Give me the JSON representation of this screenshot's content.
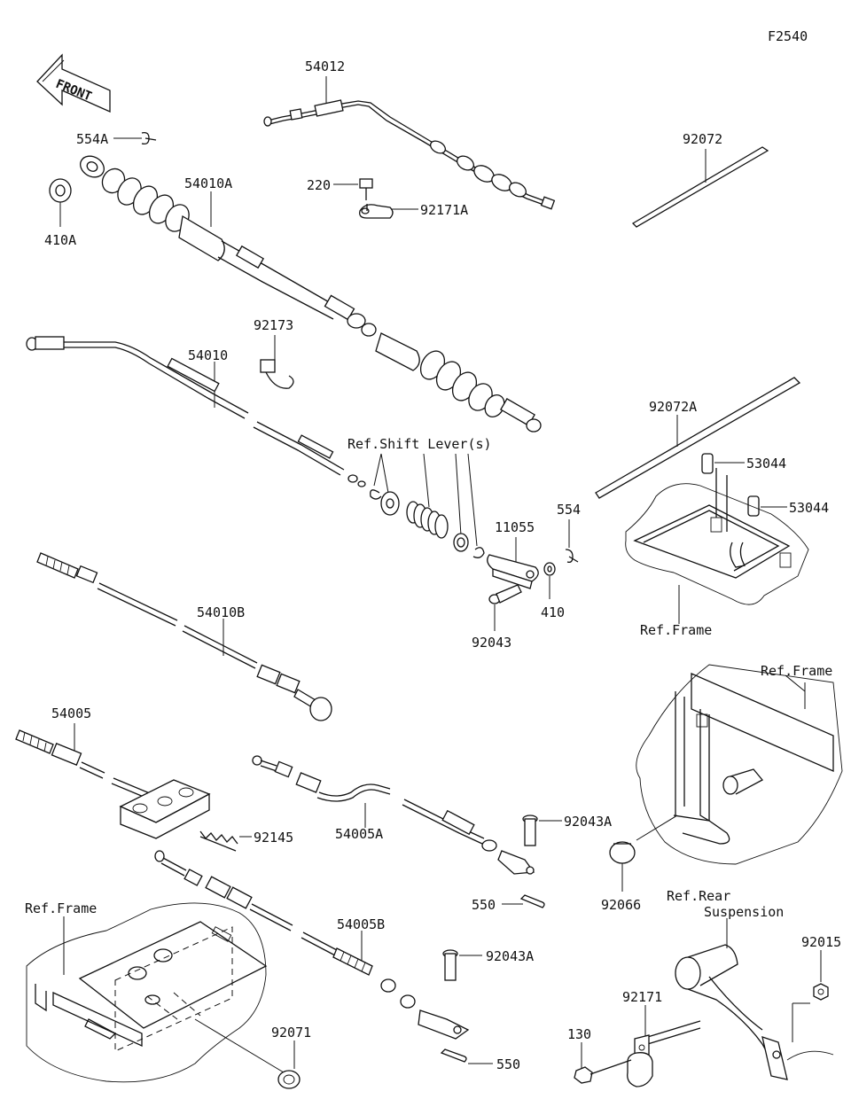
{
  "diagram_id": "F2540",
  "front_arrow_text": "FRONT",
  "refs": {
    "shift_lever": "Ref.Shift Lever(s)",
    "frame": "Ref.Frame",
    "rear_suspension_line1": "Ref.Rear",
    "rear_suspension_line2": "Suspension"
  },
  "parts": {
    "p54012": "54012",
    "p554A": "554A",
    "p410A": "410A",
    "p54010A": "54010A",
    "p220": "220",
    "p92171A": "92171A",
    "p92072": "92072",
    "p92173": "92173",
    "p54010": "54010",
    "p92072A": "92072A",
    "p53044": "53044",
    "p11055": "11055",
    "p554": "554",
    "p410": "410",
    "p92043": "92043",
    "p54010B": "54010B",
    "p54005": "54005",
    "p92145": "92145",
    "p54005A": "54005A",
    "p92043A": "92043A",
    "p550": "550",
    "p92066": "92066",
    "p54005B": "54005B",
    "p92071": "92071",
    "p92015": "92015",
    "p92171": "92171",
    "p130": "130"
  }
}
